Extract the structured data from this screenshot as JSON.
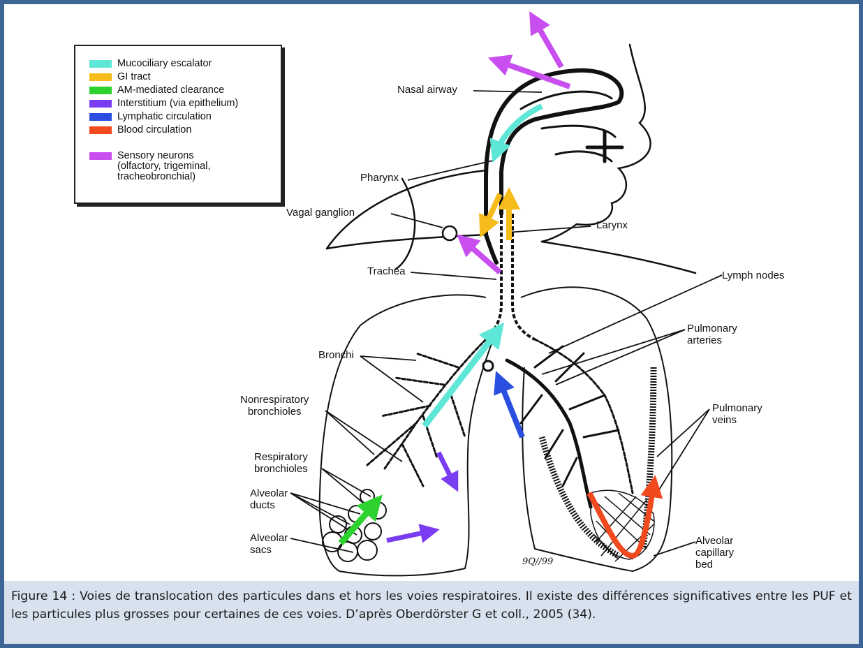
{
  "legend": {
    "items": [
      {
        "label": "Mucociliary escalator",
        "color": "#5ee6d6"
      },
      {
        "label": "GI tract",
        "color": "#f6bc1c"
      },
      {
        "label": "AM-mediated clearance",
        "color": "#2ed22e"
      },
      {
        "label": "Interstitium (via epithelium)",
        "color": "#7a3cf0"
      },
      {
        "label": "Lymphatic circulation",
        "color": "#2a4fe0"
      },
      {
        "label": "Blood circulation",
        "color": "#f04a1e"
      }
    ],
    "sensory": {
      "label": "Sensory neurons\n(olfactory, trigeminal,\ntracheobronchial)",
      "color": "#c84ef0"
    }
  },
  "labels": {
    "nasal_airway": "Nasal airway",
    "pharynx": "Pharynx",
    "vagal_ganglion": "Vagal ganglion",
    "larynx": "Larynx",
    "trachea": "Trachea",
    "lymph_nodes": "Lymph nodes",
    "pulmonary_arteries": "Pulmonary\narteries",
    "bronchi": "Bronchi",
    "nonrespiratory_bronchioles": "Nonrespiratory\nbronchioles",
    "pulmonary_veins": "Pulmonary\nveins",
    "respiratory_bronchioles": "Respiratory\nbronchioles",
    "alveolar_ducts": "Alveolar\nducts",
    "alveolar_sacs": "Alveolar\nsacs",
    "alveolar_capillary_bed": "Alveolar\ncapillary\nbed",
    "signature": "9Q//99"
  },
  "caption": "Figure 14 : Voies de translocation des particules dans et hors les voies respiratoires. Il existe des différences significatives entre les PUF et les particules plus grosses pour certaines de ces voies. D’après Oberdörster G et coll., 2005 (34)."
}
